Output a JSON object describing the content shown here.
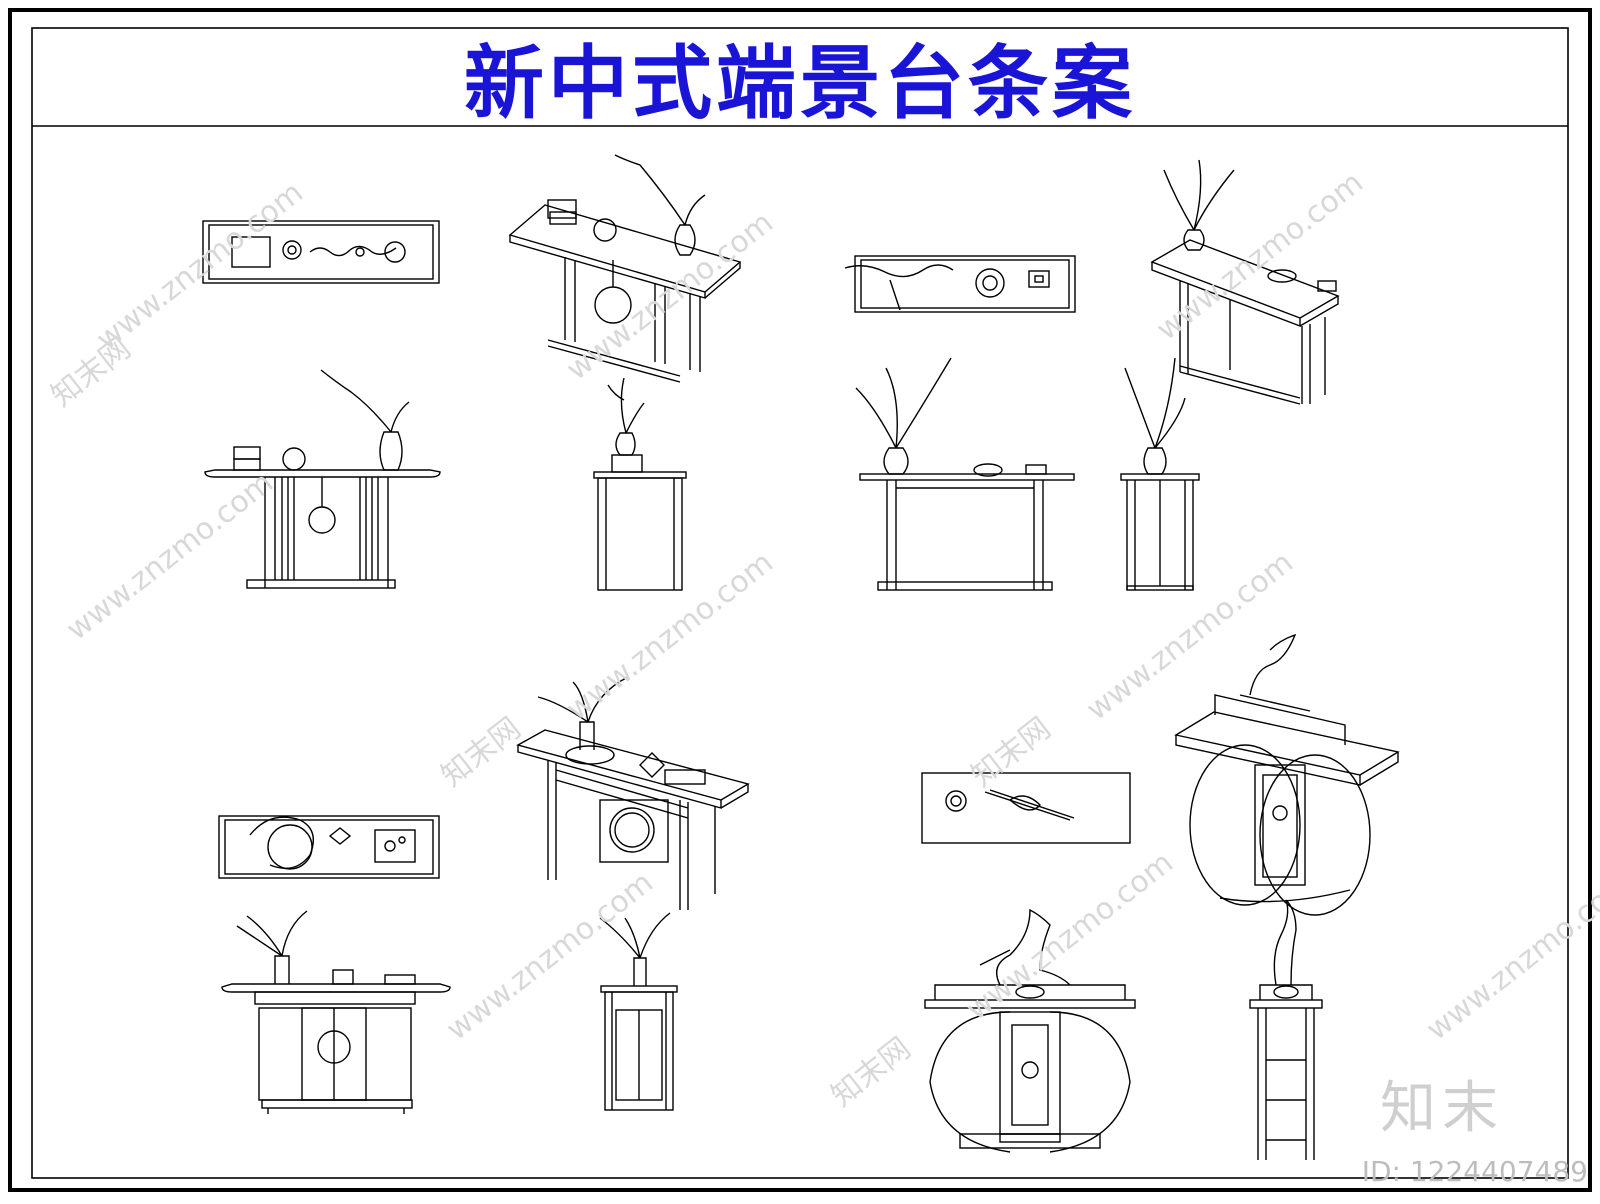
{
  "title": "新中式端景台条案",
  "watermark": {
    "site": "www.znzmo.com",
    "brand": "知末网",
    "logo": "知末",
    "id": "ID: 1224407489"
  },
  "colors": {
    "title": "#1a14d6",
    "line": "#000000",
    "watermark": "#d8d8d8"
  }
}
